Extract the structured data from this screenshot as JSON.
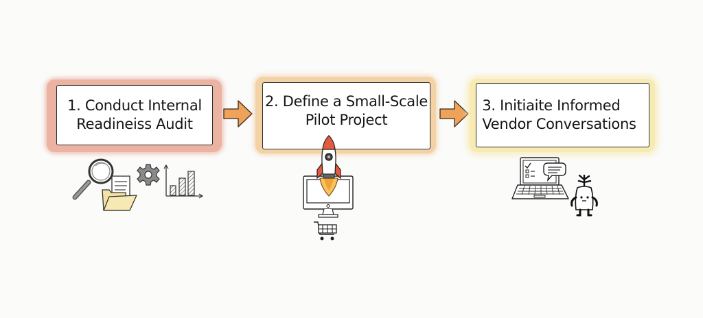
{
  "diagram": {
    "type": "process-flow",
    "steps": [
      {
        "label": "1. Conduct Internal\nReadineiss Audit",
        "frame_color": "#ecb2a2",
        "icons": [
          "magnifying-glass-icon",
          "folder-with-document-icon",
          "gear-icon",
          "bar-chart-icon"
        ]
      },
      {
        "label": "2. Define a Small-Scale\nPilot Project",
        "frame_color": "#f3d2a6",
        "icons": [
          "rocket-icon",
          "computer-monitor-icon",
          "shopping-cart-icon"
        ]
      },
      {
        "label": "3. Initiaite Informed\nVendor Conversations",
        "frame_color": "#f8eab3",
        "icons": [
          "laptop-checklist-icon",
          "speech-bubble-icon",
          "robot-mascot-icon"
        ]
      }
    ],
    "connectors": [
      {
        "from": 1,
        "to": 2,
        "color": "#eea25a"
      },
      {
        "from": 2,
        "to": 3,
        "color": "#eea25a"
      }
    ]
  }
}
